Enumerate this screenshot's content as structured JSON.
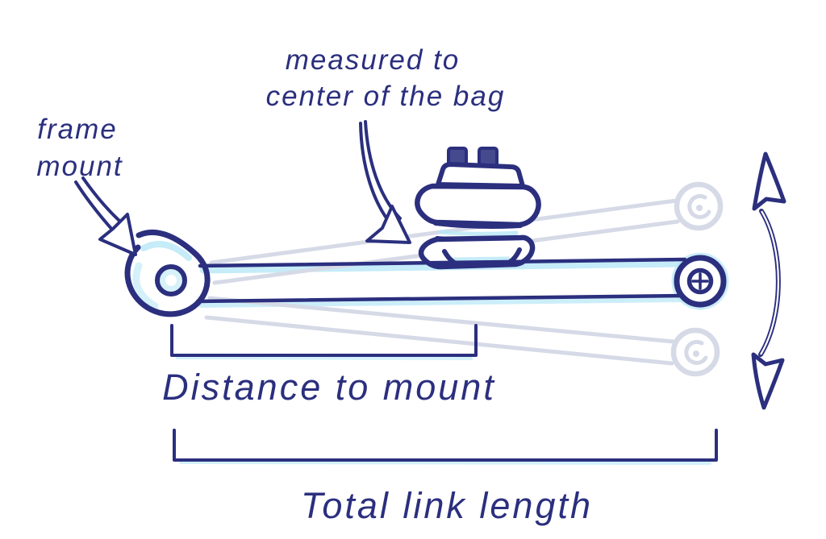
{
  "labels": {
    "measured": {
      "line1": "measured to",
      "line2": "center of the bag"
    },
    "frame_mount": {
      "line1": "frame",
      "line2": "mount"
    },
    "distance_to_mount": "Distance to mount",
    "total_link_length": "Total link length"
  },
  "colors": {
    "ink": "#2b2f7e",
    "highlight": "#b7e7f6",
    "ghost": "#d6dae7",
    "background": "#ffffff"
  }
}
